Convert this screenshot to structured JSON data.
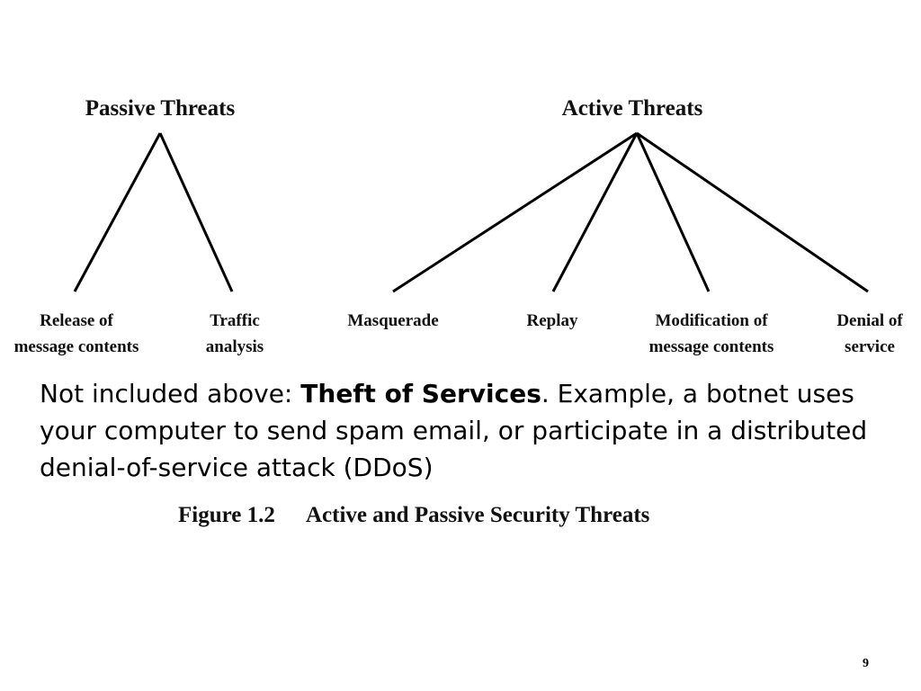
{
  "diagram": {
    "passive": {
      "title": "Passive Threats",
      "leaves": [
        {
          "line1": "Release of",
          "line2": "message contents"
        },
        {
          "line1": "Traffic",
          "line2": "analysis"
        }
      ]
    },
    "active": {
      "title": "Active Threats",
      "leaves": [
        {
          "line1": "Masquerade",
          "line2": ""
        },
        {
          "line1": "Replay",
          "line2": ""
        },
        {
          "line1": "Modification of",
          "line2": "message contents"
        },
        {
          "line1": "Denial of",
          "line2": "service"
        }
      ]
    },
    "caption": {
      "figure_number": "Figure 1.2",
      "title": "Active and Passive Security Threats"
    }
  },
  "note": {
    "prefix": "Not included above: ",
    "emphasis": "Theft of Services",
    "suffix": ".  Example, a botnet uses your computer to send spam email, or participate in a distributed denial-of-service attack (DDoS)"
  },
  "page_number": "9"
}
